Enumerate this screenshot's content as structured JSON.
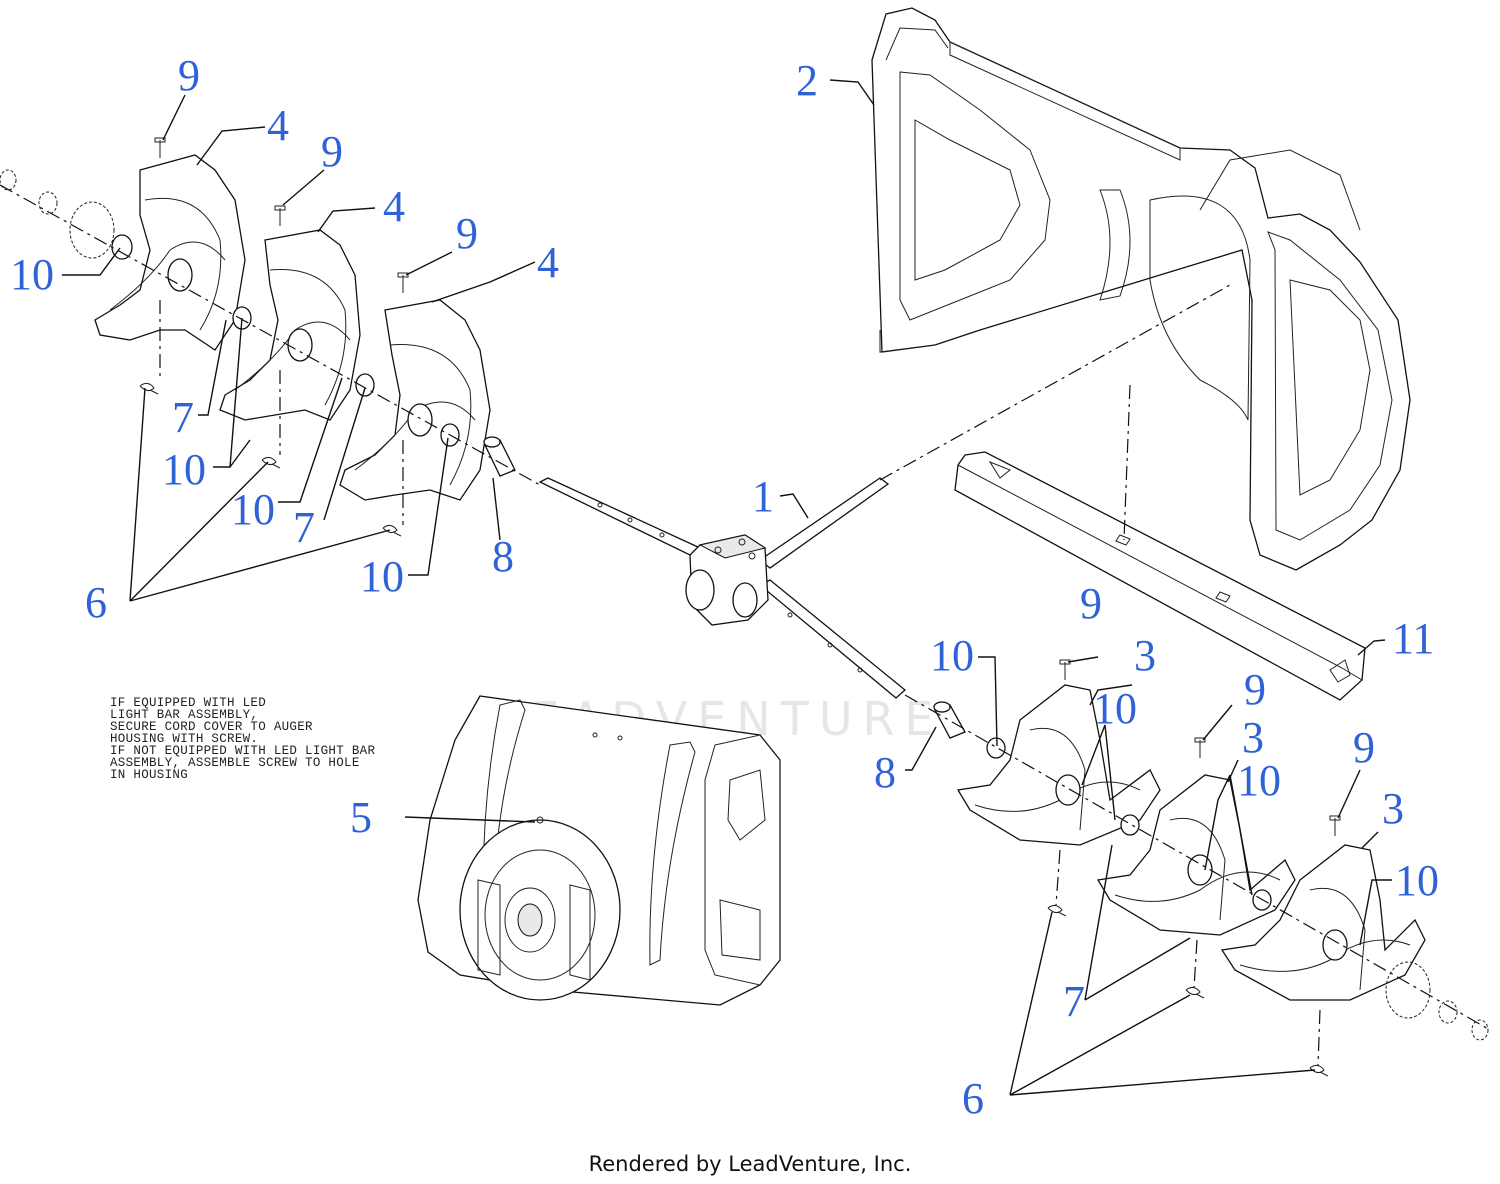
{
  "watermark": "LEADVENTURE",
  "note": "IF EQUIPPED WITH LED\nLIGHT BAR ASSEMBLY,\nSECURE CORD COVER TO AUGER\nHOUSING WITH SCREW.\nIF NOT EQUIPPED WITH LED LIGHT BAR\nASSEMBLY, ASSEMBLE SCREW TO HOLE\nIN HOUSING",
  "footer": "Rendered by LeadVenture, Inc.",
  "callouts": {
    "c2": "2",
    "c9a": "9",
    "c4a": "4",
    "c9b": "9",
    "c4b": "4",
    "c9c": "9",
    "c4c": "4",
    "c10a": "10",
    "c7a": "7",
    "c10b": "10",
    "c10c": "10",
    "c7b": "7",
    "c10d": "10",
    "c8a": "8",
    "c6a": "6",
    "c1": "1",
    "c11": "11",
    "c10e": "10",
    "c9d": "9",
    "c3a": "3",
    "c10f": "10",
    "c9e": "9",
    "c3b": "3",
    "c10g": "10",
    "c9f": "9",
    "c3c": "3",
    "c10h": "10",
    "c8b": "8",
    "c5": "5",
    "c7c": "7",
    "c6b": "6"
  }
}
